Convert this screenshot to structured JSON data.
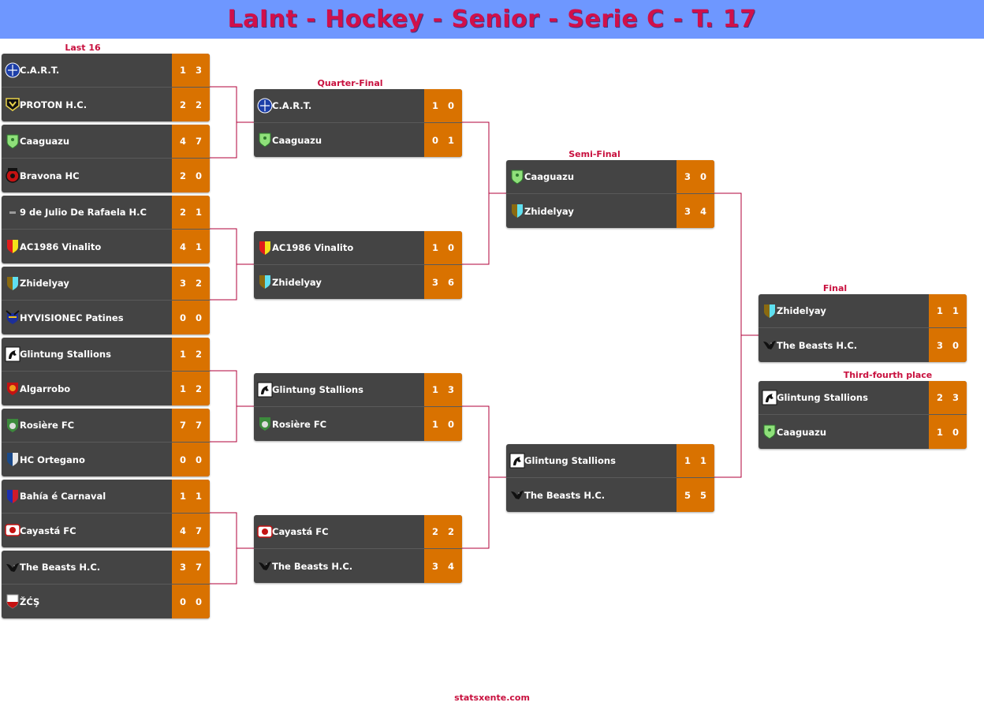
{
  "title": "LaInt - Hockey - Senior - Serie C - T. 17",
  "footer": "statsxente.com",
  "colors": {
    "header_bg": "#6e97ff",
    "title": "#d0104a",
    "row_bg": "#444444",
    "score_bg": "#d97200",
    "connector": "#b0003a"
  },
  "rounds": {
    "last16": "Last 16",
    "quarter": "Quarter-Final",
    "semi": "Semi-Final",
    "final": "Final",
    "third": "Third-fourth place"
  },
  "matches": {
    "l16_1": {
      "teams": [
        {
          "name": "C.A.R.T.",
          "logo": "cart-crest-icon",
          "s1": "1",
          "s2": "3"
        },
        {
          "name": "PROTON H.C.",
          "logo": "proton-crest-icon",
          "s1": "2",
          "s2": "2"
        }
      ]
    },
    "l16_2": {
      "teams": [
        {
          "name": "Caaguazu",
          "logo": "caaguazu-shield-icon",
          "s1": "4",
          "s2": "7"
        },
        {
          "name": "Bravona HC",
          "logo": "bravona-crest-icon",
          "s1": "2",
          "s2": "0"
        }
      ]
    },
    "l16_3": {
      "teams": [
        {
          "name": "9 de Julio De Rafaela H.C",
          "logo": "julio-small-icon",
          "s1": "2",
          "s2": "1"
        },
        {
          "name": "AC1986 Vinalito",
          "logo": "vinalito-shield-icon",
          "s1": "4",
          "s2": "1"
        }
      ]
    },
    "l16_4": {
      "teams": [
        {
          "name": "Zhidelyay",
          "logo": "zhidelyay-shield-icon",
          "s1": "3",
          "s2": "2"
        },
        {
          "name": "HYVISIONEC Patines",
          "logo": "hyvisionec-crest-icon",
          "s1": "0",
          "s2": "0"
        }
      ]
    },
    "l16_5": {
      "teams": [
        {
          "name": "Glintung Stallions",
          "logo": "stallion-icon",
          "s1": "1",
          "s2": "2"
        },
        {
          "name": "Algarrobo",
          "logo": "algarrobo-crest-icon",
          "s1": "1",
          "s2": "2"
        }
      ]
    },
    "l16_6": {
      "teams": [
        {
          "name": "Rosière FC",
          "logo": "rosiere-crest-icon",
          "s1": "7",
          "s2": "7"
        },
        {
          "name": "HC Ortegano",
          "logo": "ortegano-crest-icon",
          "s1": "0",
          "s2": "0"
        }
      ]
    },
    "l16_7": {
      "teams": [
        {
          "name": "Bahía é Carnaval",
          "logo": "bahia-shield-icon",
          "s1": "1",
          "s2": "1"
        },
        {
          "name": "Cayastá FC",
          "logo": "cayasta-crest-icon",
          "s1": "4",
          "s2": "7"
        }
      ]
    },
    "l16_8": {
      "teams": [
        {
          "name": "The Beasts H.C.",
          "logo": "beast-icon",
          "s1": "3",
          "s2": "7"
        },
        {
          "name": "ŽĆŞ",
          "logo": "zcs-shield-icon",
          "s1": "0",
          "s2": "0"
        }
      ]
    },
    "qf_1": {
      "teams": [
        {
          "name": "C.A.R.T.",
          "logo": "cart-crest-icon",
          "s1": "1",
          "s2": "0"
        },
        {
          "name": "Caaguazu",
          "logo": "caaguazu-shield-icon",
          "s1": "0",
          "s2": "1"
        }
      ]
    },
    "qf_2": {
      "teams": [
        {
          "name": "AC1986 Vinalito",
          "logo": "vinalito-shield-icon",
          "s1": "1",
          "s2": "0"
        },
        {
          "name": "Zhidelyay",
          "logo": "zhidelyay-shield-icon",
          "s1": "3",
          "s2": "6"
        }
      ]
    },
    "qf_3": {
      "teams": [
        {
          "name": "Glintung Stallions",
          "logo": "stallion-icon",
          "s1": "1",
          "s2": "3"
        },
        {
          "name": "Rosière FC",
          "logo": "rosiere-crest-icon",
          "s1": "1",
          "s2": "0"
        }
      ]
    },
    "qf_4": {
      "teams": [
        {
          "name": "Cayastá FC",
          "logo": "cayasta-crest-icon",
          "s1": "2",
          "s2": "2"
        },
        {
          "name": "The Beasts H.C.",
          "logo": "beast-icon",
          "s1": "3",
          "s2": "4"
        }
      ]
    },
    "sf_1": {
      "teams": [
        {
          "name": "Caaguazu",
          "logo": "caaguazu-shield-icon",
          "s1": "3",
          "s2": "0"
        },
        {
          "name": "Zhidelyay",
          "logo": "zhidelyay-shield-icon",
          "s1": "3",
          "s2": "4"
        }
      ]
    },
    "sf_2": {
      "teams": [
        {
          "name": "Glintung Stallions",
          "logo": "stallion-icon",
          "s1": "1",
          "s2": "1"
        },
        {
          "name": "The Beasts H.C.",
          "logo": "beast-icon",
          "s1": "5",
          "s2": "5"
        }
      ]
    },
    "final": {
      "teams": [
        {
          "name": "Zhidelyay",
          "logo": "zhidelyay-shield-icon",
          "s1": "1",
          "s2": "1"
        },
        {
          "name": "The Beasts H.C.",
          "logo": "beast-icon",
          "s1": "3",
          "s2": "0"
        }
      ]
    },
    "third": {
      "teams": [
        {
          "name": "Glintung Stallions",
          "logo": "stallion-icon",
          "s1": "2",
          "s2": "3"
        },
        {
          "name": "Caaguazu",
          "logo": "caaguazu-shield-icon",
          "s1": "1",
          "s2": "0"
        }
      ]
    }
  }
}
